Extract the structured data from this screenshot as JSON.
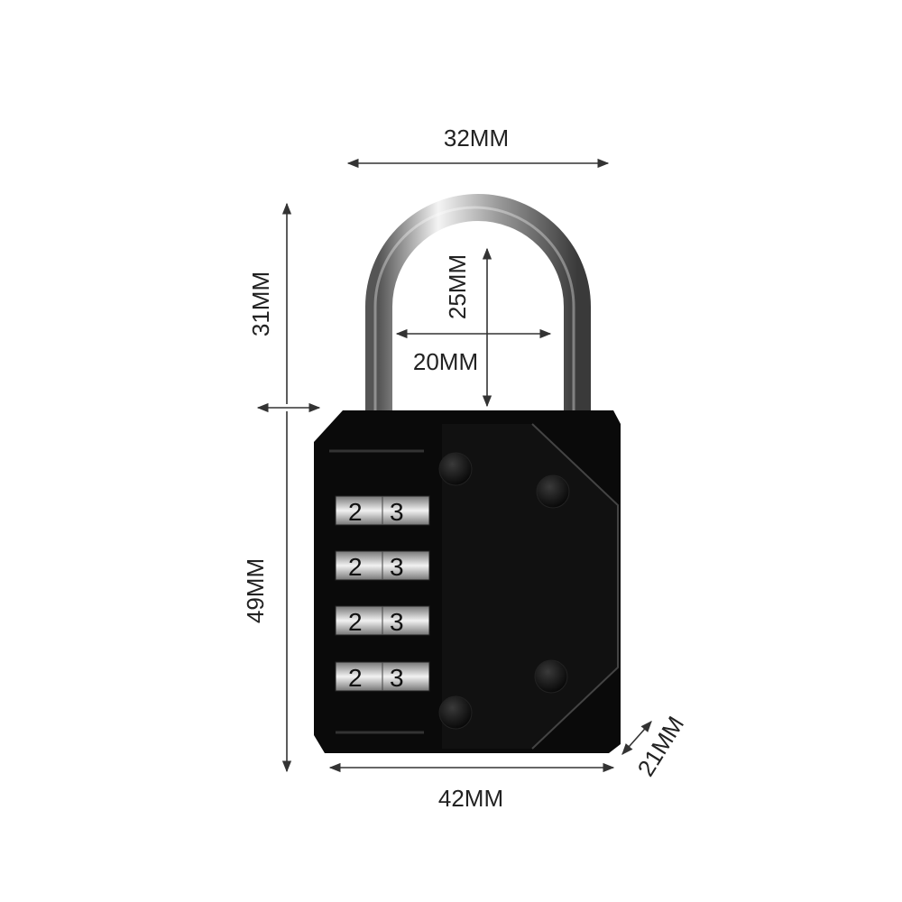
{
  "dimensions": {
    "shackle_outer_width": "32MM",
    "shackle_height": "31MM",
    "shackle_inner_height": "25MM",
    "shackle_inner_width": "20MM",
    "body_height": "49MM",
    "body_width": "42MM",
    "body_depth": "21MM"
  },
  "dial_digits": [
    [
      "2",
      "3"
    ],
    [
      "2",
      "3"
    ],
    [
      "2",
      "3"
    ],
    [
      "2",
      "3"
    ]
  ],
  "colors": {
    "body": "#0a0a0a",
    "shackle": "#c8c8c8",
    "text": "#222222"
  }
}
